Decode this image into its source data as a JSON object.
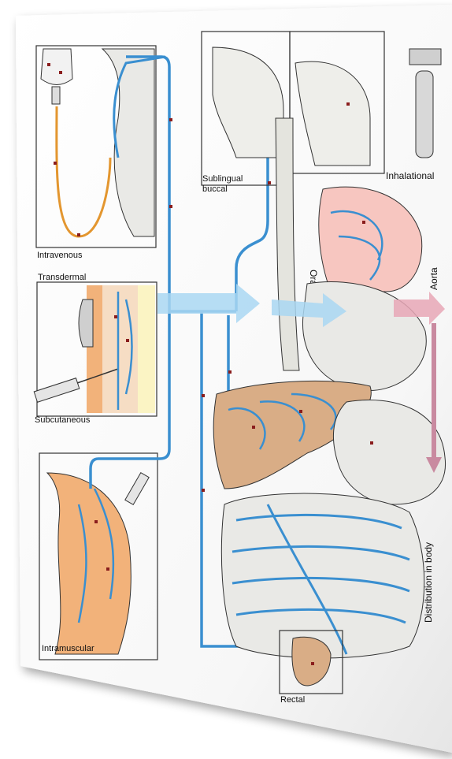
{
  "labels": {
    "intravenous": "Intravenous",
    "transdermal": "Transdermal",
    "subcutaneous": "Subcutaneous",
    "intramuscular": "Intramuscular",
    "sublingual_line1": "Sublingual",
    "sublingual_line2": "buccal",
    "inhalational": "Inhalational",
    "oral": "Oral",
    "aorta": "Aorta",
    "distribution": "Distribution in body",
    "rectal": "Rectal"
  },
  "colors": {
    "vessel_blue": "#3a8fd0",
    "arrow_light_blue": "#a9d7f2",
    "iv_tube_orange": "#e3962f",
    "skin_tone": "#f2b27a",
    "liver_brown": "#d9ad86",
    "lung_pink": "#f7c6c0",
    "organ_gray": "#e9e9e6",
    "particle_red": "#8a1d1d"
  }
}
